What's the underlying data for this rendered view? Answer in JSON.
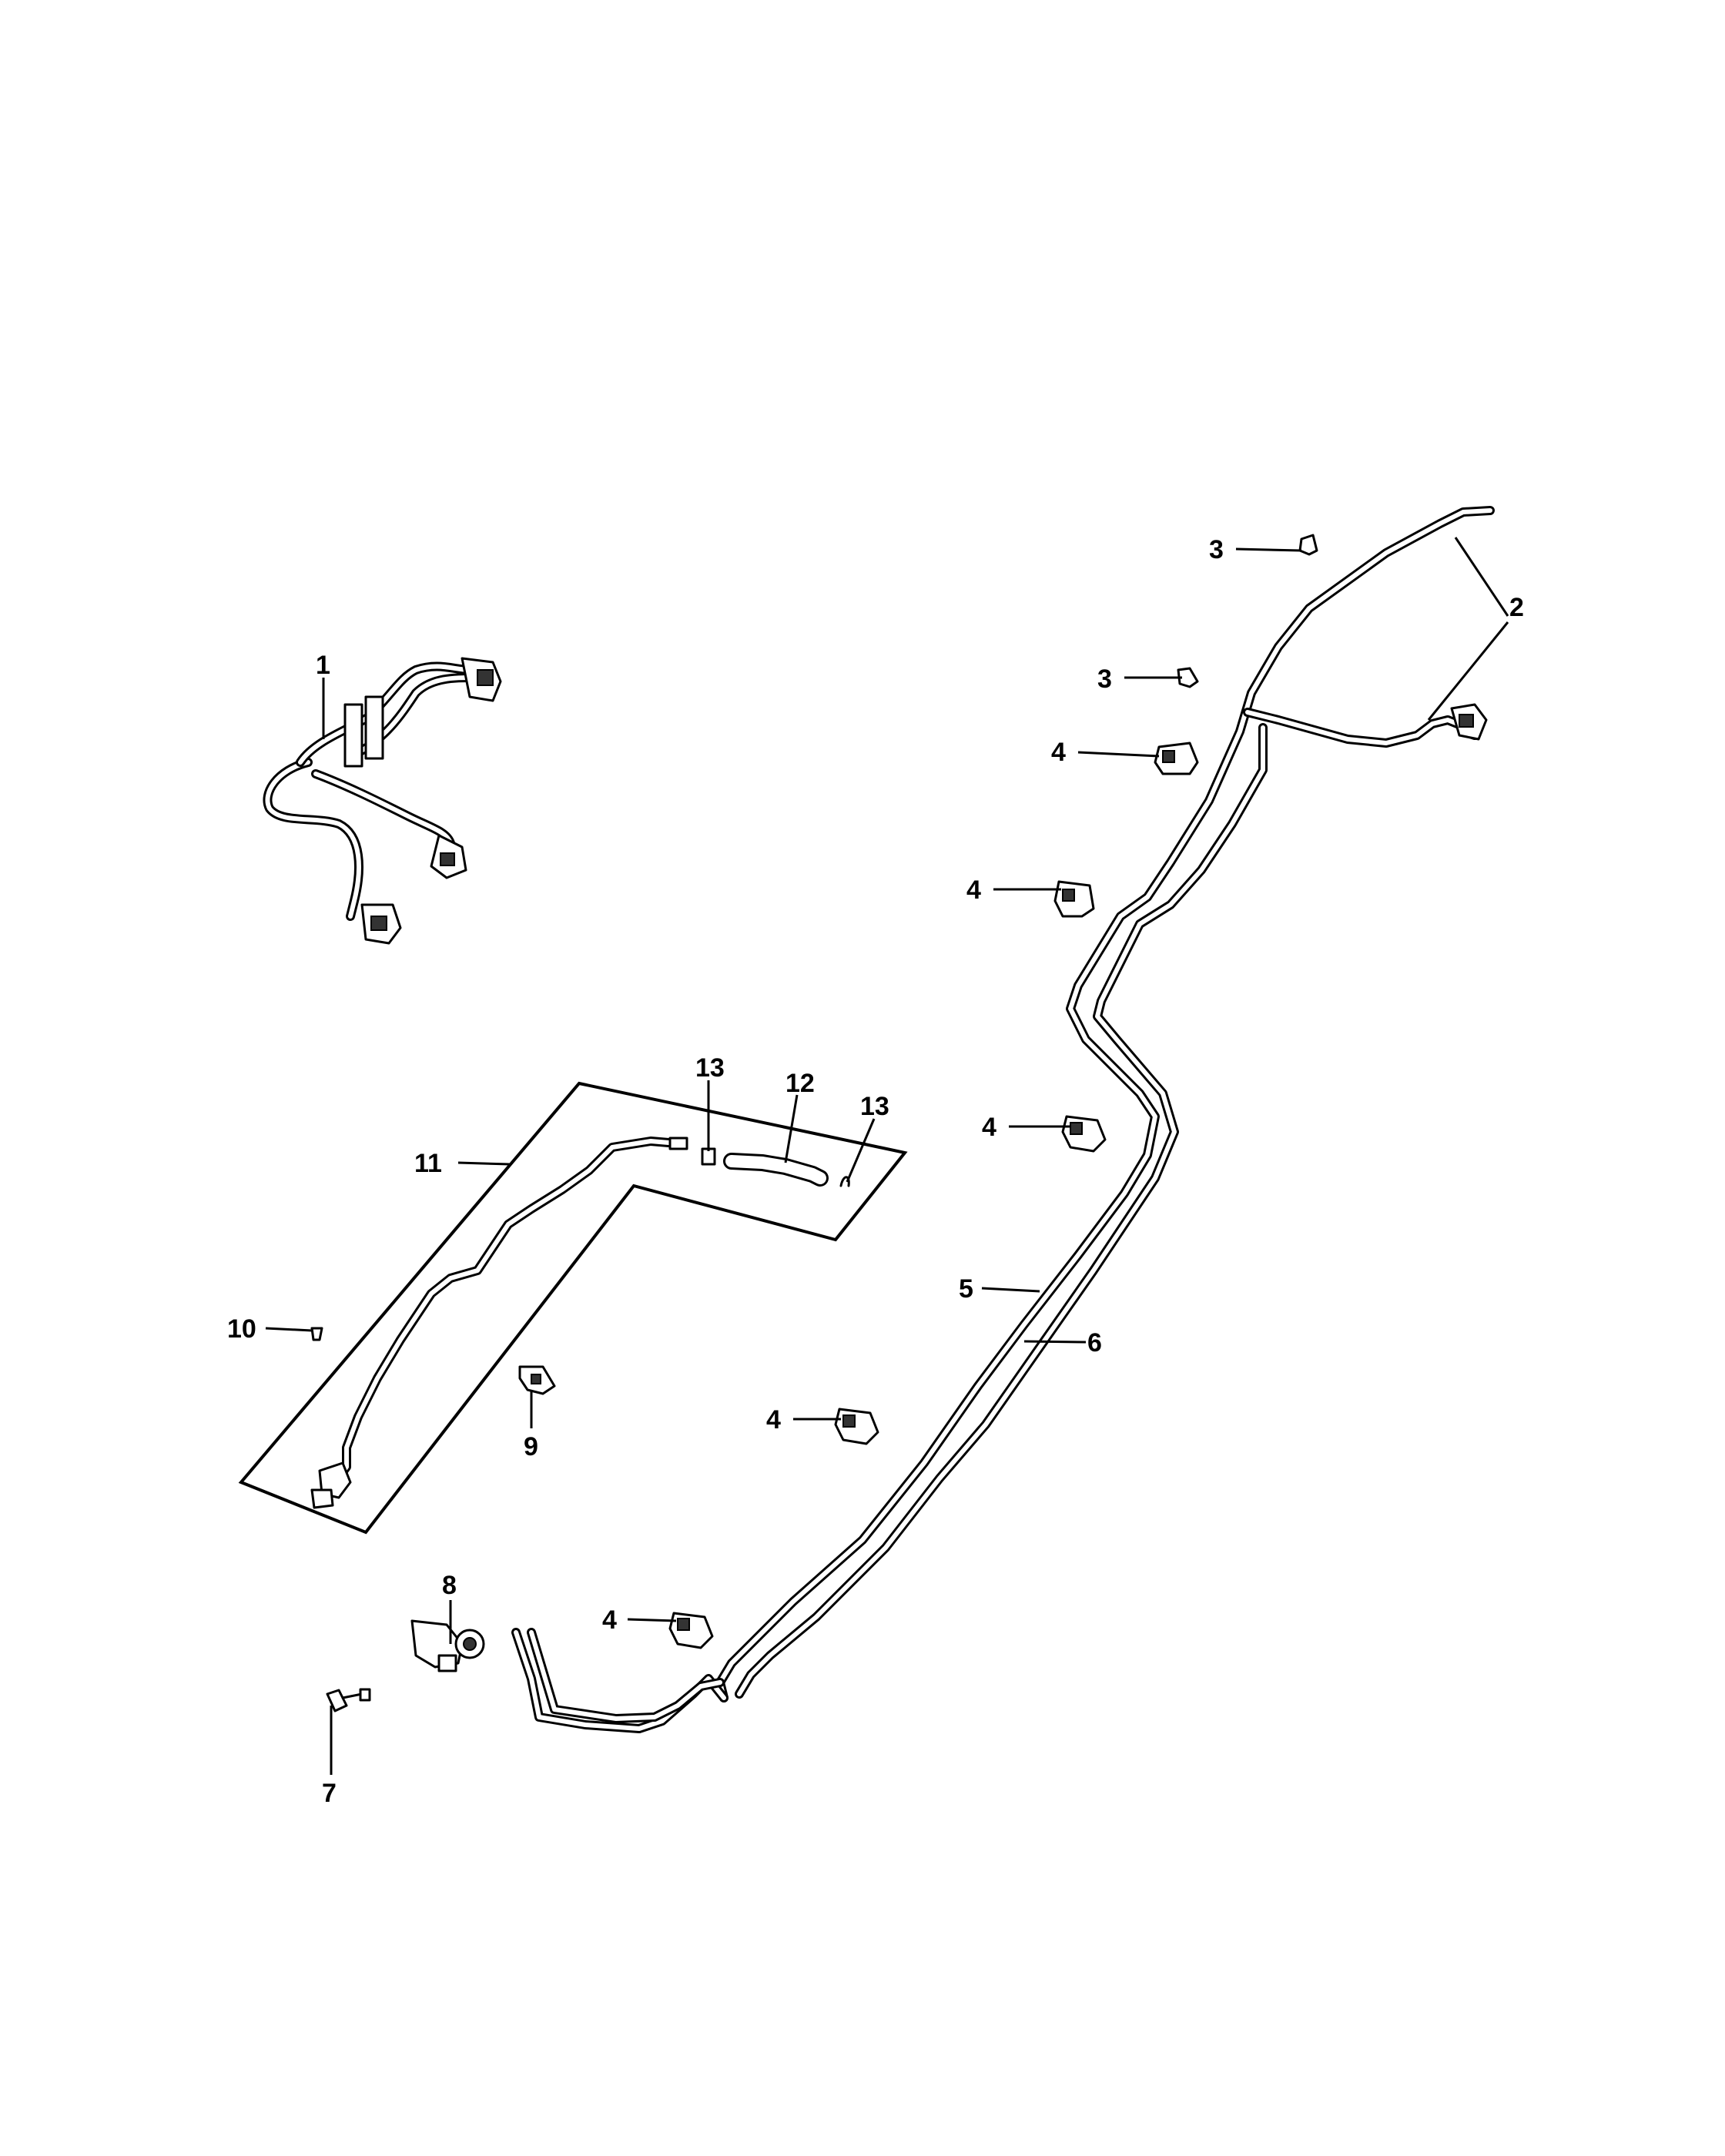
{
  "callouts": {
    "c1": "1",
    "c2": "2",
    "c3a": "3",
    "c3b": "3",
    "c4a": "4",
    "c4b": "4",
    "c4c": "4",
    "c4d": "4",
    "c4e": "4",
    "c5": "5",
    "c6": "6",
    "c7": "7",
    "c8": "8",
    "c9": "9",
    "c10": "10",
    "c11": "11",
    "c12": "12",
    "c13a": "13",
    "c13b": "13"
  }
}
